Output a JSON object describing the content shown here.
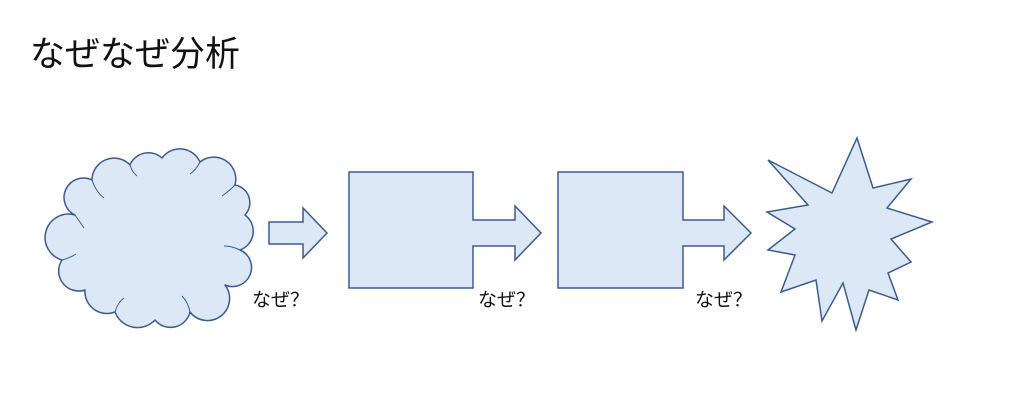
{
  "title": "なぜなぜ分析",
  "colors": {
    "shape_fill": "#dce8f6",
    "shape_stroke": "#3b5b8f",
    "text": "#111111",
    "background": "#ffffff"
  },
  "diagram": {
    "shapes": [
      {
        "kind": "cloud",
        "icon": "cloud-icon"
      },
      {
        "kind": "right-arrow",
        "icon": "right-arrow-icon"
      },
      {
        "kind": "arrow-callout",
        "icon": "arrow-callout-icon"
      },
      {
        "kind": "arrow-callout",
        "icon": "arrow-callout-icon"
      },
      {
        "kind": "explosion",
        "icon": "explosion-icon"
      }
    ],
    "labels": [
      {
        "text": "なぜ？"
      },
      {
        "text": "なぜ？"
      },
      {
        "text": "なぜ？"
      }
    ]
  }
}
